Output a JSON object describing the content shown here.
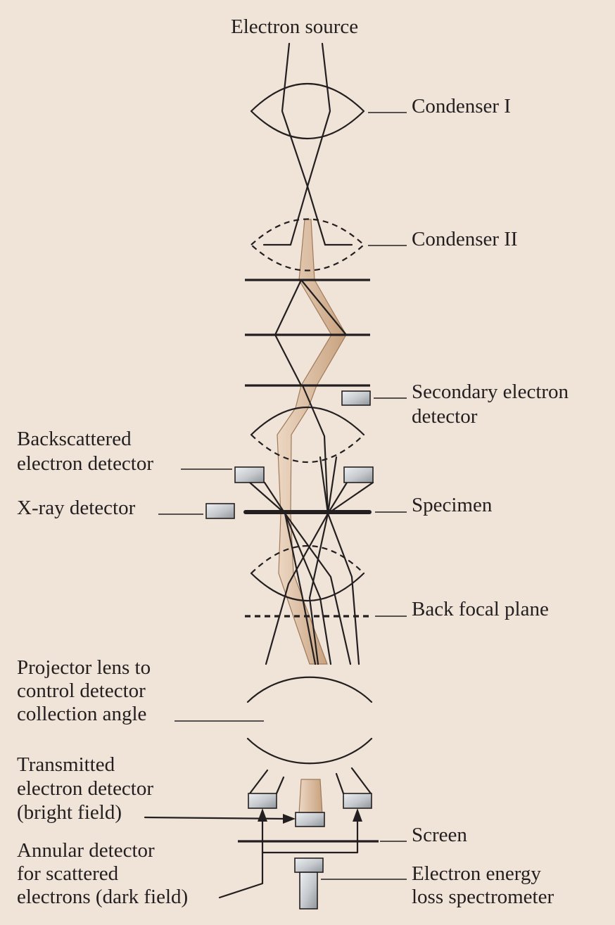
{
  "diagram": {
    "labels": {
      "electron_source": "Electron source",
      "condenser_1": "Condenser I",
      "condenser_2": "Condenser II",
      "secondary_detector": [
        "Secondary electron",
        "detector"
      ],
      "backscattered_detector": [
        "Backscattered",
        "electron detector"
      ],
      "xray_detector": "X-ray detector",
      "specimen": "Specimen",
      "back_focal_plane": "Back focal plane",
      "projector_lens": [
        "Projector lens to",
        "control detector",
        "collection angle"
      ],
      "transmitted_detector": [
        "Transmitted",
        "electron detector",
        "(bright field)"
      ],
      "screen": "Screen",
      "annular_detector": [
        "Annular detector",
        "for scattered",
        "electrons (dark field)"
      ],
      "eels": [
        "Electron energy",
        "loss spectrometer"
      ]
    },
    "colors": {
      "background": "#f0e3d7",
      "line": "#231f20",
      "beam_light": "#ecd7c3",
      "beam_dark": "#c8a27f",
      "detector_light": "#e9ecef",
      "detector_dark": "#9ea3a8"
    }
  }
}
